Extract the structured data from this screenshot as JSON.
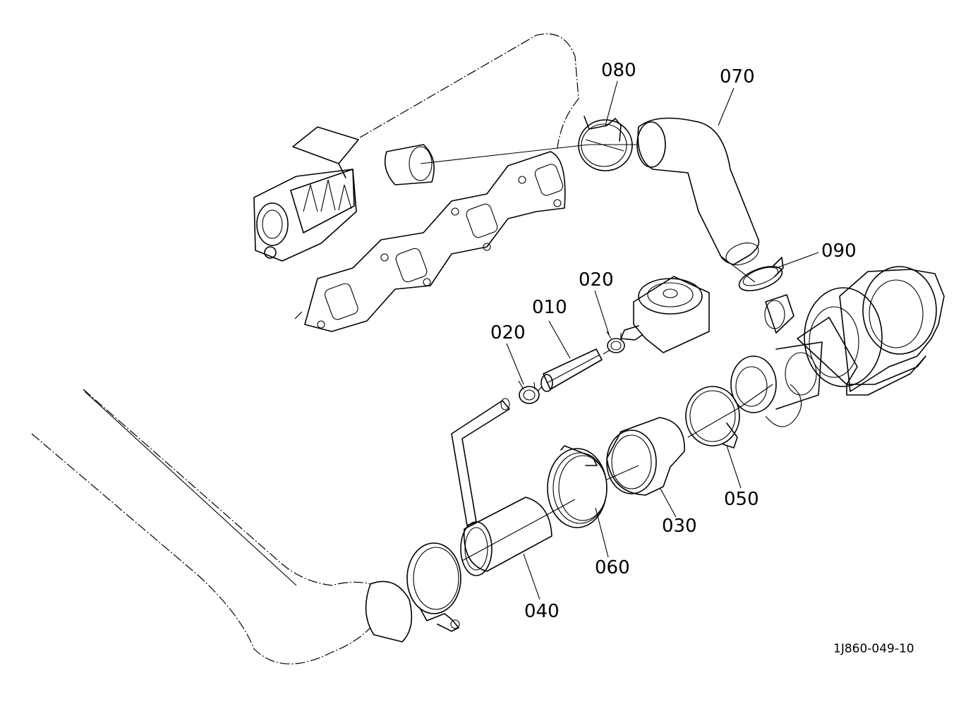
{
  "diagram": {
    "labels": {
      "p010": "010",
      "p020a": "020",
      "p020b": "020",
      "p030": "030",
      "p040": "040",
      "p050": "050",
      "p060": "060",
      "p070": "070",
      "p080": "080",
      "p090": "090"
    },
    "reference_code": "1J860-049-10"
  }
}
